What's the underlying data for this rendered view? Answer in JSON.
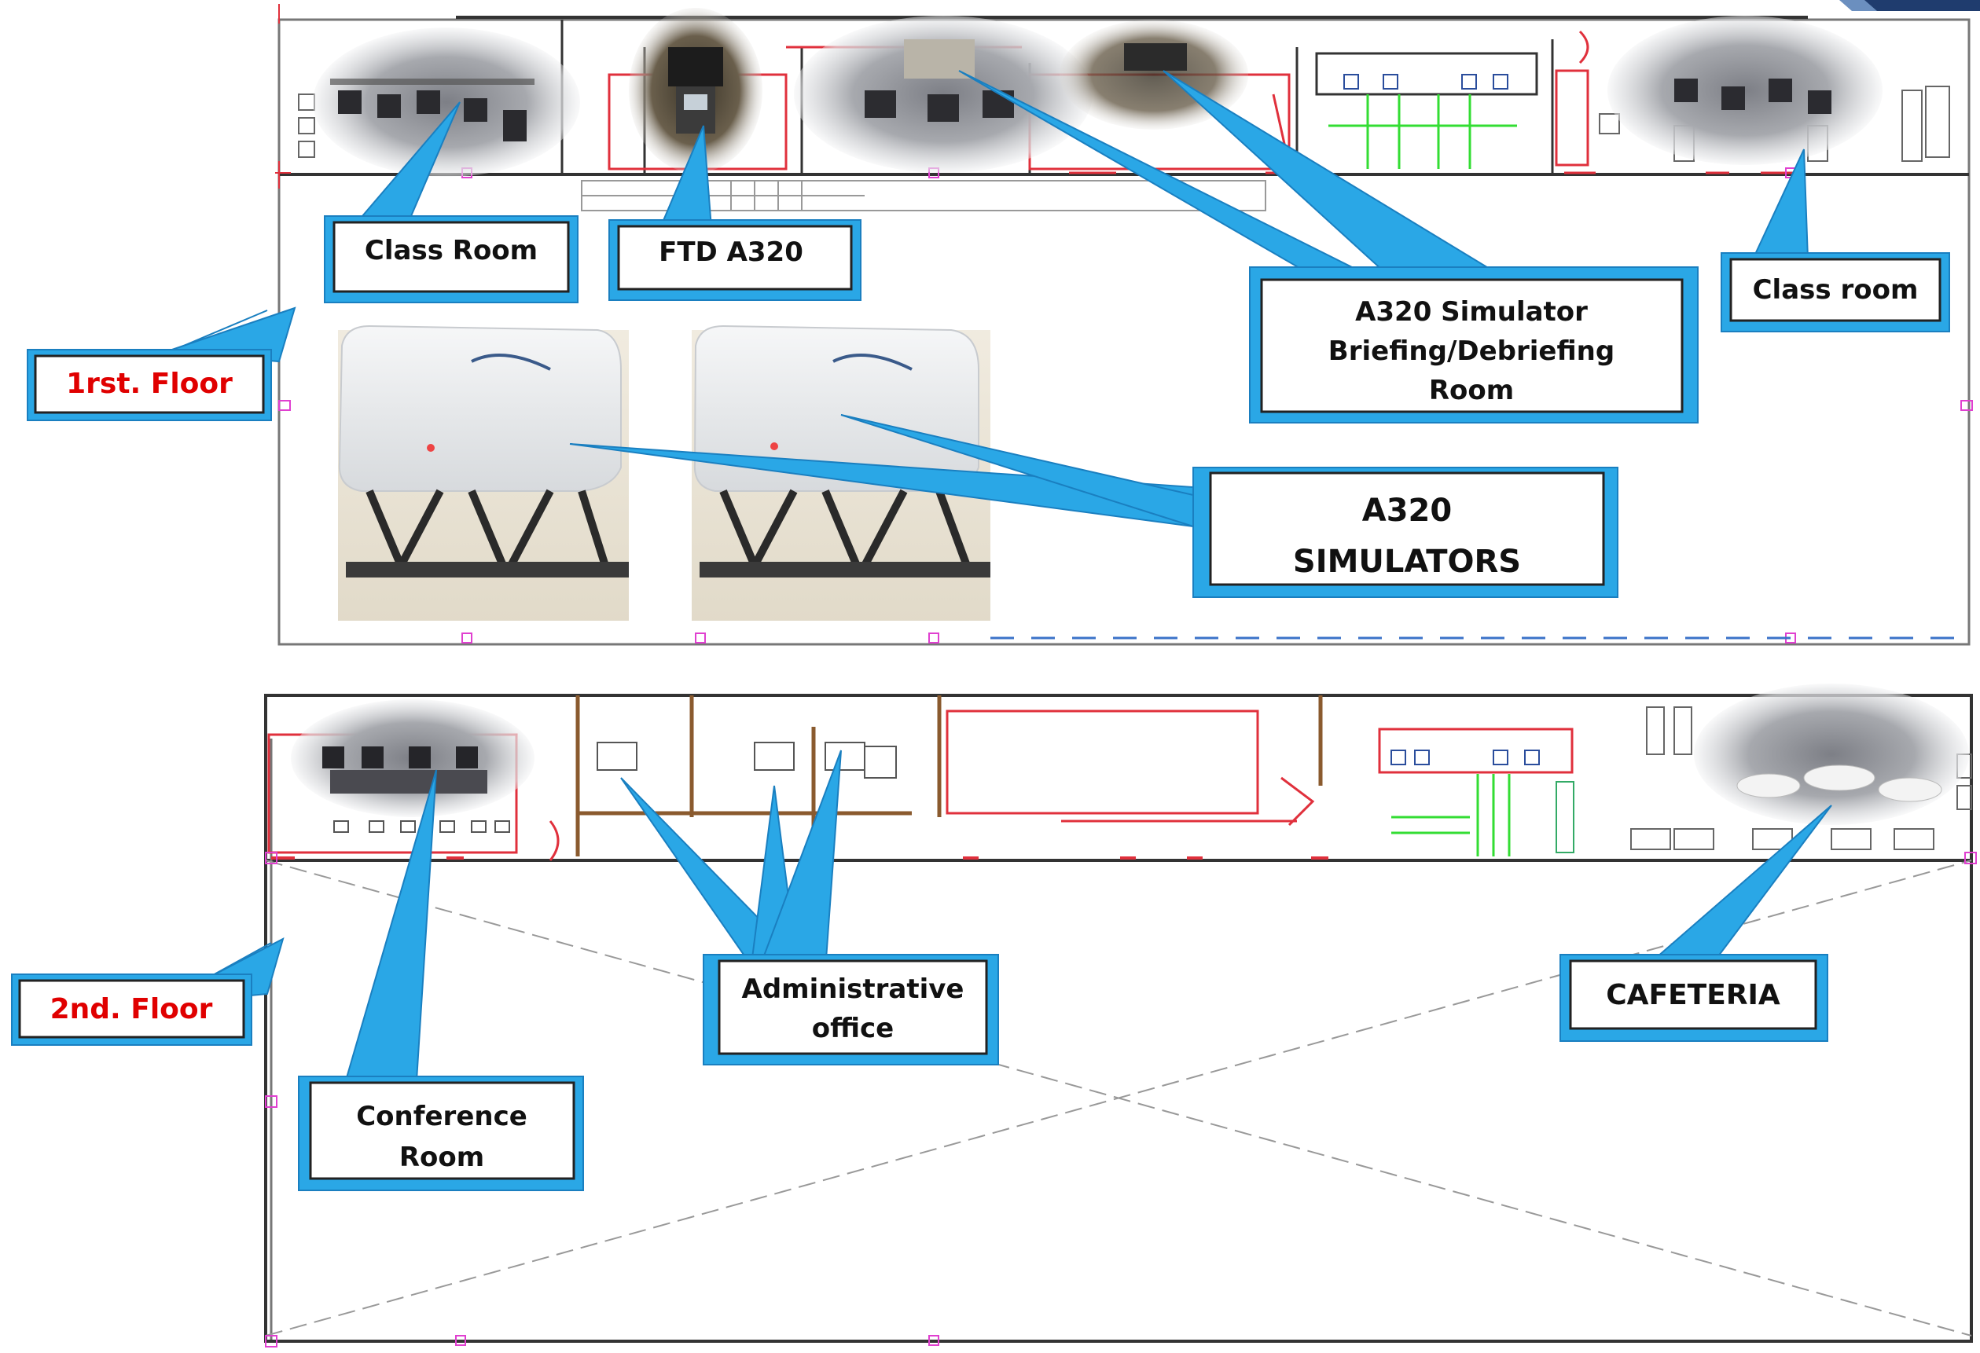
{
  "floors": {
    "first": "1rst. Floor",
    "second": "2nd. Floor"
  },
  "callouts": {
    "class_room_left": "Class  Room",
    "ftd_a320": "FTD A320",
    "briefing_line1": "A320  Simulator",
    "briefing_line2": "Briefing/Debriefing",
    "briefing_line3": "Room",
    "class_room_right": "Class room",
    "simulators_line1": "A320",
    "simulators_line2": "SIMULATORS",
    "admin_line1": "Administrative",
    "admin_line2": "office",
    "cafeteria": "CAFETERIA",
    "conference_line1": "Conference",
    "conference_line2": "Room"
  },
  "colors": {
    "callout_fill": "#2aa7e6",
    "callout_border": "#1a7fc0",
    "floor_label_text": "#e00000",
    "wall": "#333333",
    "red_mark": "#e0303c",
    "magenta_mark": "#e040d0",
    "green_lines": "#33dd33",
    "sim_dome": "#eef0f2"
  },
  "icons": {
    "simulator": "flight-simulator-photo",
    "photo": "room-photo"
  }
}
